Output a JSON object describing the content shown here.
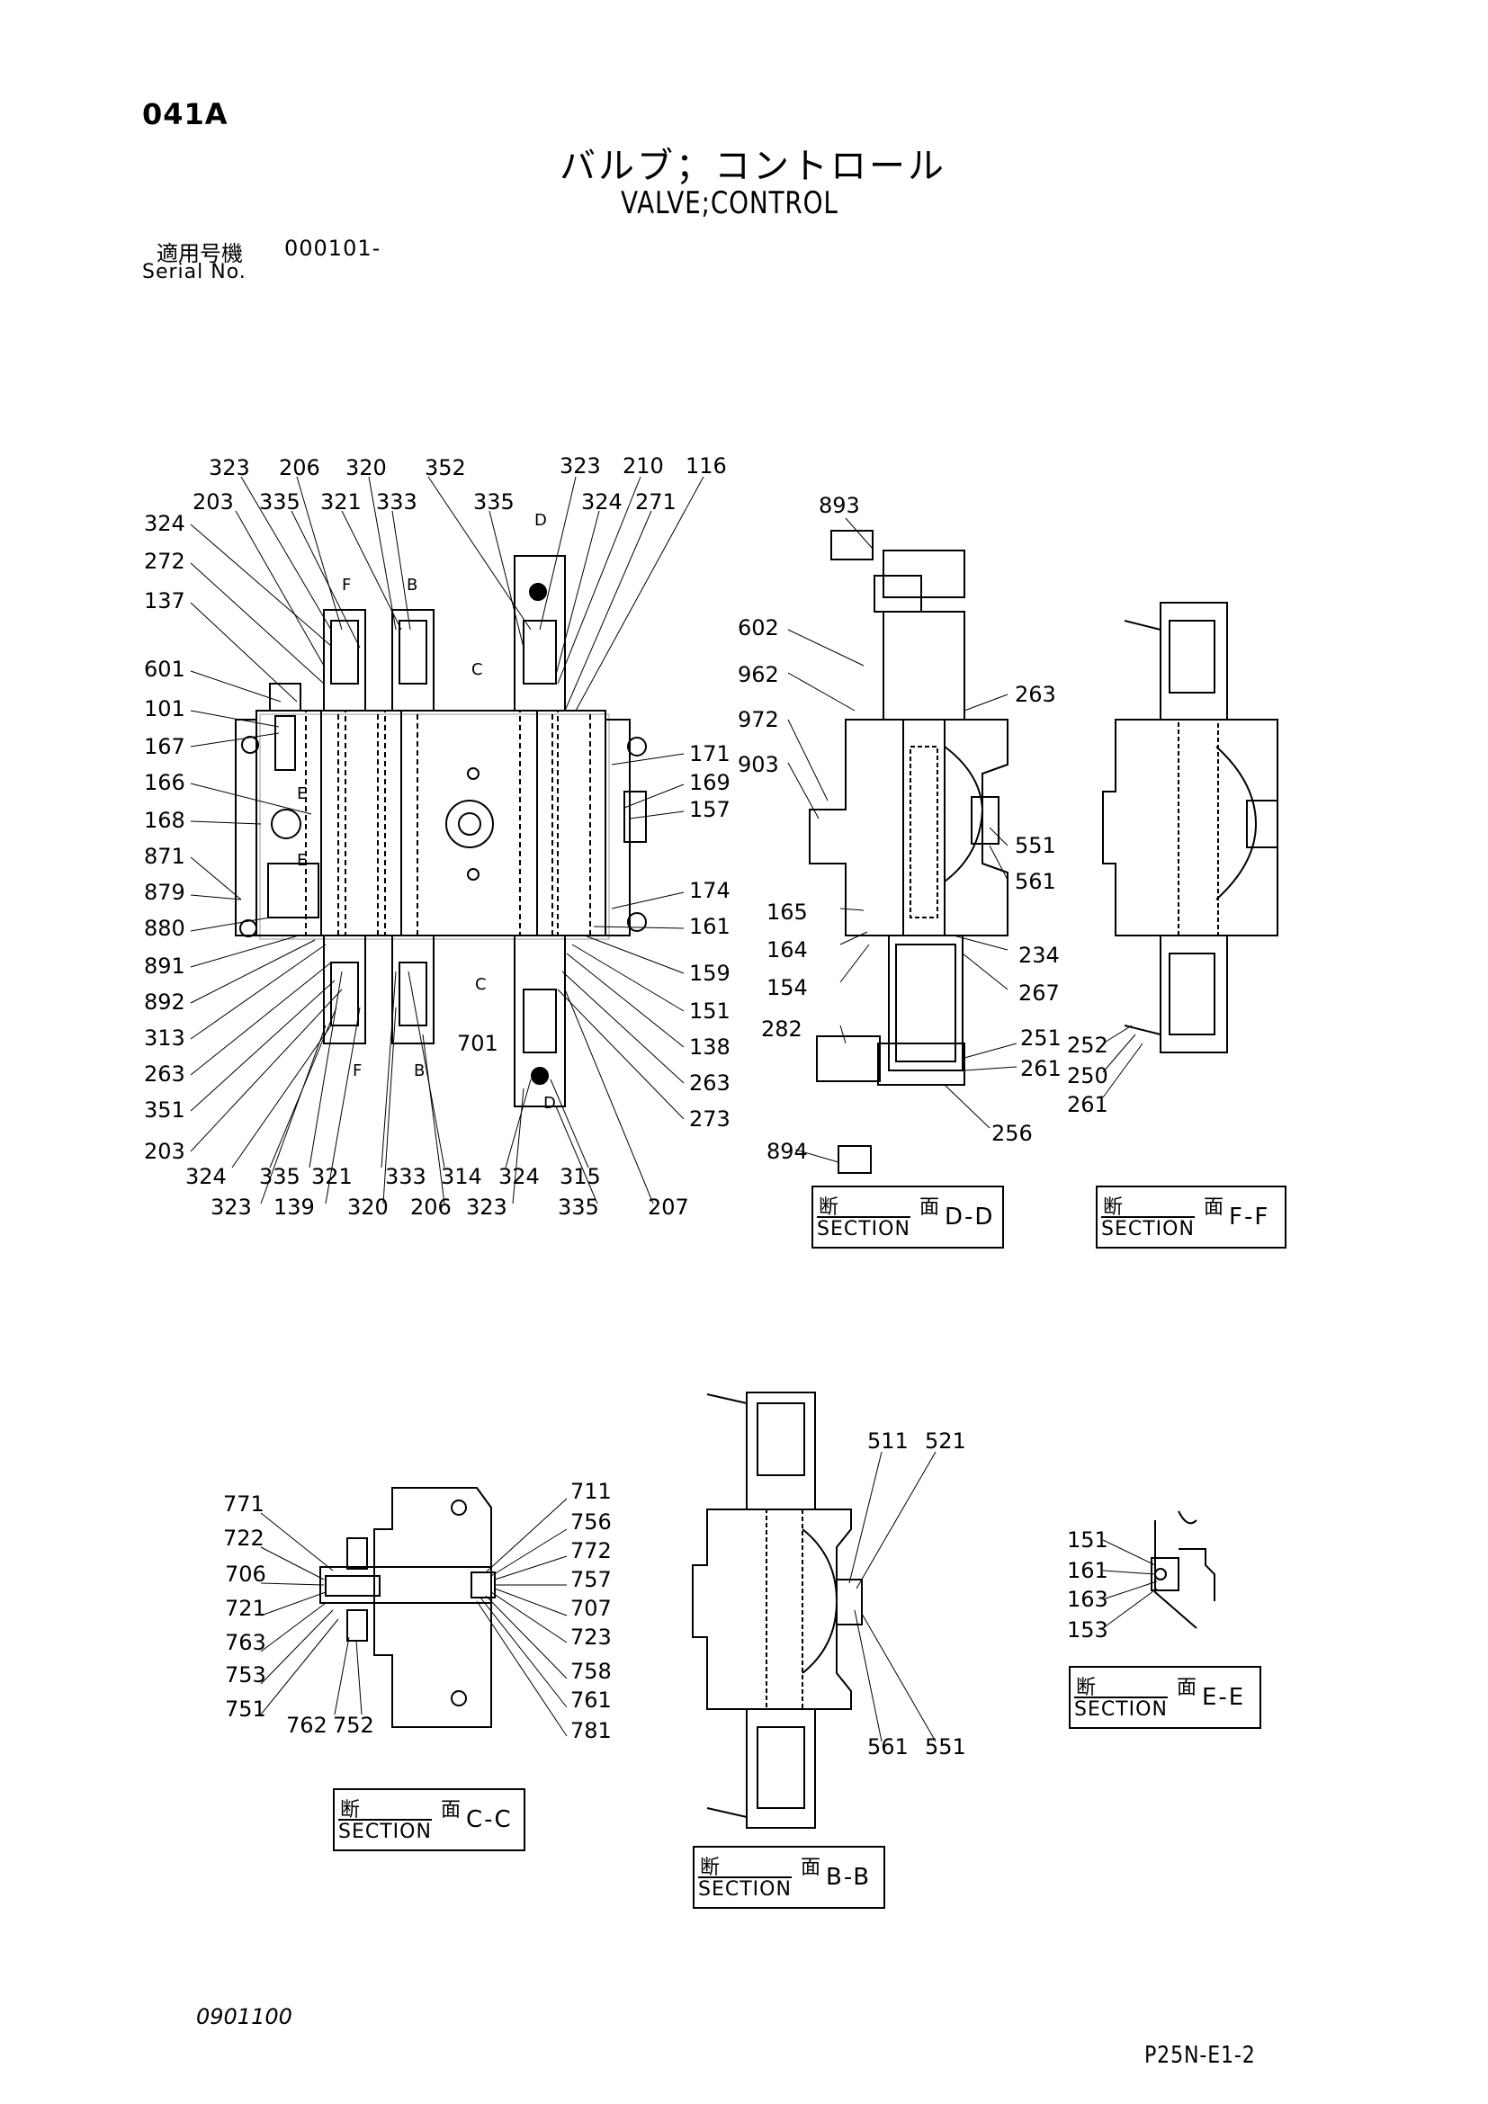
{
  "header": {
    "page_code": "041A",
    "title_jp": "バルブ；コントロール",
    "title_en": "VALVE;CONTROL",
    "serial_jp": "適用号機",
    "serial_value": "000101-",
    "serial_en": "Serial No."
  },
  "footer": {
    "doc_number": "0901100",
    "page_id": "P25N-E1-2"
  },
  "sections": {
    "dd": {
      "jp_a": "断",
      "jp_b": "面",
      "en": "SECTION",
      "code": "D-D"
    },
    "ff": {
      "jp_a": "断",
      "jp_b": "面",
      "en": "SECTION",
      "code": "F-F"
    },
    "cc": {
      "jp_a": "断",
      "jp_b": "面",
      "en": "SECTION",
      "code": "C-C"
    },
    "bb": {
      "jp_a": "断",
      "jp_b": "面",
      "en": "SECTION",
      "code": "B-B"
    },
    "ee": {
      "jp_a": "断",
      "jp_b": "面",
      "en": "SECTION",
      "code": "E-E"
    }
  },
  "main_view": {
    "top_row1": [
      "323",
      "206",
      "320",
      "352",
      "323",
      "210",
      "116"
    ],
    "top_row2": [
      "203",
      "335",
      "321",
      "333",
      "335",
      "324",
      "271"
    ],
    "left": [
      "324",
      "272",
      "137",
      "601",
      "101",
      "167",
      "166",
      "168",
      "871",
      "879",
      "880",
      "891",
      "892",
      "313",
      "263",
      "351",
      "203"
    ],
    "right": [
      "171",
      "169",
      "157",
      "174",
      "161",
      "159",
      "151",
      "138",
      "263",
      "273"
    ],
    "bottom_row1": [
      "324",
      "335",
      "321",
      "333",
      "314",
      "324",
      "315"
    ],
    "bottom_row2": [
      "323",
      "139",
      "320",
      "206",
      "323",
      "335",
      "207"
    ],
    "center": [
      "701"
    ],
    "section_marks": [
      "F",
      "B",
      "D",
      "C",
      "E",
      "E",
      "F",
      "B",
      "C",
      "D"
    ]
  },
  "dd_view": {
    "left": [
      "893",
      "602",
      "962",
      "972",
      "903",
      "165",
      "164",
      "154",
      "282",
      "894"
    ],
    "right": [
      "263",
      "551",
      "561",
      "234",
      "267",
      "251",
      "261",
      "256"
    ]
  },
  "ff_view": {
    "labels": [
      "252",
      "250",
      "261"
    ]
  },
  "cc_view": {
    "left": [
      "771",
      "722",
      "706",
      "721",
      "763",
      "753",
      "751",
      "762",
      "752"
    ],
    "right": [
      "711",
      "756",
      "772",
      "757",
      "707",
      "723",
      "758",
      "761",
      "781"
    ]
  },
  "bb_view": {
    "labels": [
      "511",
      "521",
      "561",
      "551"
    ]
  },
  "ee_view": {
    "labels": [
      "151",
      "161",
      "163",
      "153"
    ]
  }
}
